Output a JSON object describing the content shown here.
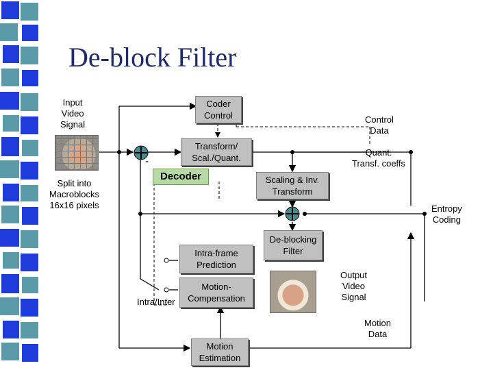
{
  "title": "De-block Filter",
  "labels": {
    "input_video": [
      "Input",
      "Video",
      "Signal"
    ],
    "split": [
      "Split into",
      "Macroblocks",
      "16x16 pixels"
    ],
    "control_data": [
      "Control",
      "Data"
    ],
    "quant_coeffs": [
      "Quant.",
      "Transf. coeffs"
    ],
    "entropy": [
      "Entropy",
      "Coding"
    ],
    "output_video": [
      "Output",
      "Video",
      "Signal"
    ],
    "motion_data": [
      "Motion",
      "Data"
    ],
    "intra_inter": "Intra/Inter",
    "minus": "-"
  },
  "boxes": {
    "coder_control": [
      "Coder",
      "Control"
    ],
    "transform": [
      "Transform/",
      "Scal./Quant."
    ],
    "decoder": "Decoder",
    "scaling": [
      "Scaling & Inv.",
      "Transform"
    ],
    "intra_pred": [
      "Intra-frame",
      "Prediction"
    ],
    "motion_comp": [
      "Motion-",
      "Compensation"
    ],
    "deblocking": [
      "De-blocking",
      "Filter"
    ],
    "motion_est": [
      "Motion",
      "Estimation"
    ]
  },
  "colors": {
    "title": "#1f2a6b",
    "box_fill": "#c0c0c0",
    "decoder_fill": "#b7d9a6",
    "adder_fill": "#4a8a8e",
    "strip_blue": "#1f3bdc",
    "strip_teal": "#5b9aa8"
  }
}
